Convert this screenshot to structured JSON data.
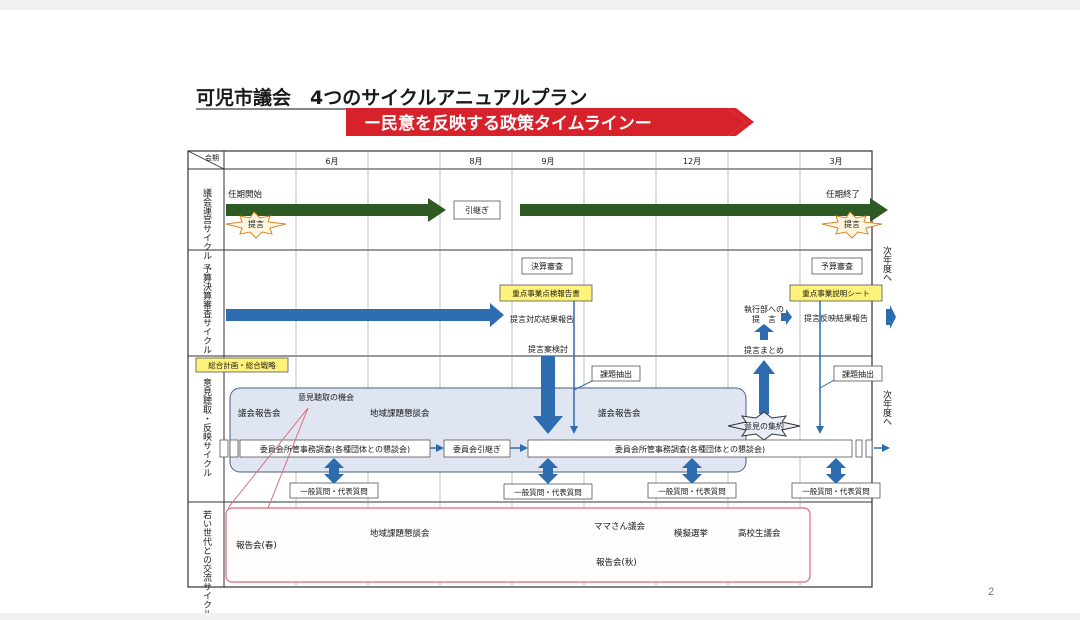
{
  "title": "可児市議会　4つのサイクルアニュアルプラン",
  "subtitle": "ー民意を反映する政策タイムラインー",
  "page_number": "2",
  "header": {
    "corner": "会期",
    "months": [
      "6月",
      "8月",
      "9月",
      "12月",
      "3月"
    ]
  },
  "rows": {
    "r1": "議会運営サイクル",
    "r2": "予算決算審査サイクル",
    "r3": "意見聴取・反映サイクル",
    "r4": "若い世代との交流サイクル"
  },
  "row1": {
    "term_start": "任期開始",
    "proposal_left": "提言",
    "handover": "引継ぎ",
    "term_end": "任期終了",
    "proposal_right": "提言",
    "next_year": "次年度へ"
  },
  "row2": {
    "settlement_review": "決算審査",
    "key_report": "重点事業点検報告書",
    "proposal_result_report": "提言対応結果報告",
    "exec_proposal": "執行部への提　言",
    "budget_review": "予算審査",
    "key_explain": "重点事業説明シート",
    "proposal_reflect_report": "提言反映結果報告"
  },
  "general_plan": "総合計画・総合戦略",
  "row3": {
    "proposal_review": "提言案検討",
    "issue_extract_1": "課題抽出",
    "proposal_summary": "提言まとめ",
    "issue_extract_2": "課題抽出",
    "next_year": "次年度へ",
    "opinion_opportunity": "意見聴取の機会",
    "council_report_1": "議会報告会",
    "regional_meeting": "地域課題懇談会",
    "council_report_2": "議会報告会",
    "opinion_gathering": "意見の集約",
    "committee_research_1": "委員会所管事務調査(各種団体との懇談会)",
    "committee_handover": "委員会引継ぎ",
    "committee_research_2": "委員会所管事務調査(各種団体との懇談会)",
    "general_questions": [
      "一般質問・代表質問",
      "一般質問・代表質問",
      "一般質問・代表質問",
      "一般質問・代表質問"
    ]
  },
  "row4": {
    "report_spring": "報告会(春)",
    "regional_meeting": "地域課題懇談会",
    "mama_council": "ママさん議会",
    "report_autumn": "報告会(秋)",
    "mock_election": "模擬選挙",
    "highschool_council": "高校生議会"
  },
  "colors": {
    "green": "#2d5a22",
    "blue": "#2e6cb0",
    "red": "#d8222b",
    "yellow": "#fff27a",
    "pink": "#d9687a"
  }
}
